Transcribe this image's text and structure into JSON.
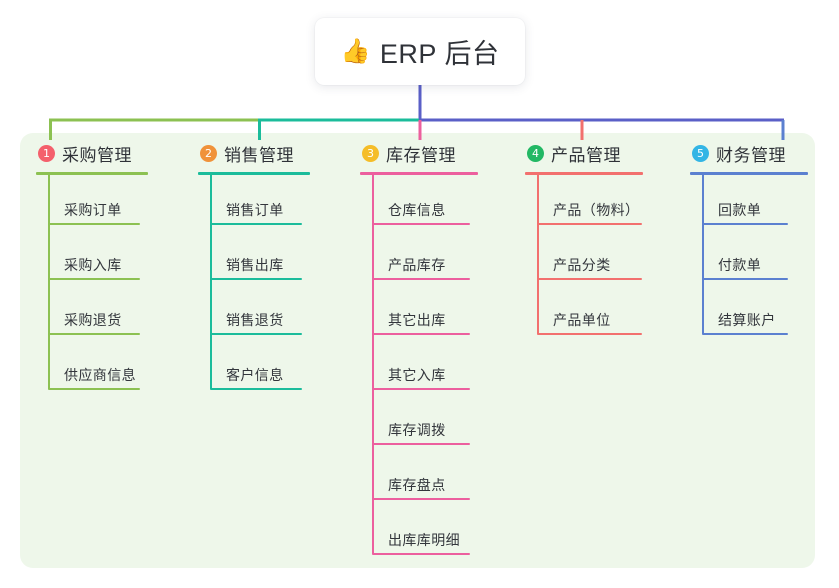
{
  "root": {
    "icon": "thumbs-up-icon",
    "emoji": "👍",
    "title": "ERP 后台"
  },
  "palette": {
    "panel_bg": "#eef7ea",
    "card_bg": "#ffffff",
    "text": "#2f3238",
    "trunk": "#5a5fc7"
  },
  "columns": [
    {
      "number": "1",
      "title": "采购管理",
      "badge_color": "#f4606c",
      "line_color": "#8cc152",
      "items": [
        {
          "label": "采购订单"
        },
        {
          "label": "采购入库"
        },
        {
          "label": "采购退货"
        },
        {
          "label": "供应商信息"
        }
      ]
    },
    {
      "number": "2",
      "title": "销售管理",
      "badge_color": "#f0923a",
      "line_color": "#1bbc9b",
      "items": [
        {
          "label": "销售订单"
        },
        {
          "label": "销售出库"
        },
        {
          "label": "销售退货"
        },
        {
          "label": "客户信息"
        }
      ]
    },
    {
      "number": "3",
      "title": "库存管理",
      "badge_color": "#f5bd28",
      "line_color": "#ec5f9e",
      "items": [
        {
          "label": "仓库信息"
        },
        {
          "label": "产品库存"
        },
        {
          "label": "其它出库"
        },
        {
          "label": "其它入库"
        },
        {
          "label": "库存调拨"
        },
        {
          "label": "库存盘点"
        },
        {
          "label": "出库库明细"
        }
      ]
    },
    {
      "number": "4",
      "title": "产品管理",
      "badge_color": "#22b864",
      "line_color": "#f2706e",
      "items": [
        {
          "label": "产品（物料）"
        },
        {
          "label": "产品分类"
        },
        {
          "label": "产品单位"
        }
      ]
    },
    {
      "number": "5",
      "title": "财务管理",
      "badge_color": "#33b5e5",
      "line_color": "#5b80d0",
      "items": [
        {
          "label": "回款单"
        },
        {
          "label": "付款单"
        },
        {
          "label": "结算账户"
        }
      ]
    }
  ]
}
